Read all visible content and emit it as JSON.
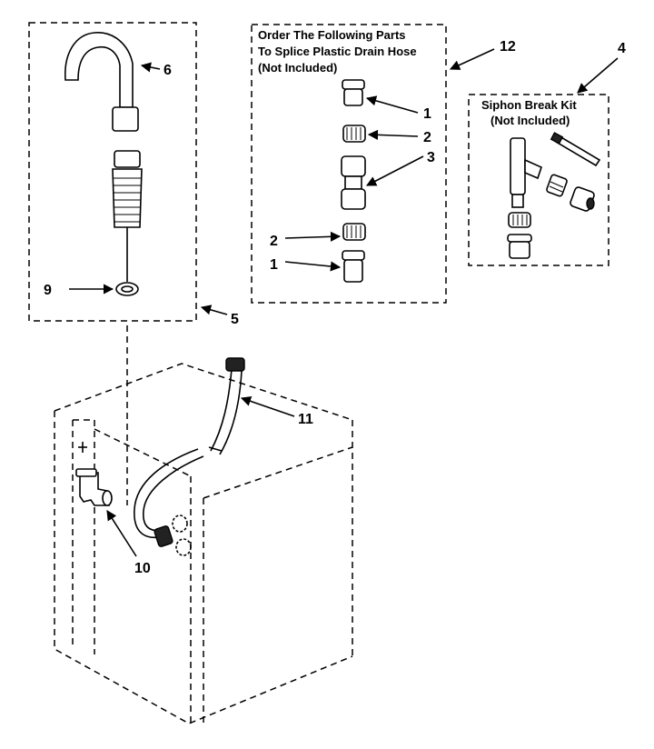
{
  "boxes": {
    "drain_hose_splice": {
      "title_lines": [
        "Order The Following Parts",
        "To Splice Plastic Drain Hose",
        "(Not Included)"
      ]
    },
    "siphon_break_kit": {
      "title_lines": [
        "Siphon Break Kit",
        "(Not Included)"
      ]
    }
  },
  "callouts": {
    "c1_top": "1",
    "c2_top": "2",
    "c3": "3",
    "c2_bottom": "2",
    "c1_bottom": "1",
    "c4": "4",
    "c5": "5",
    "c6": "6",
    "c9": "9",
    "c10": "10",
    "c11": "11",
    "c12": "12"
  }
}
